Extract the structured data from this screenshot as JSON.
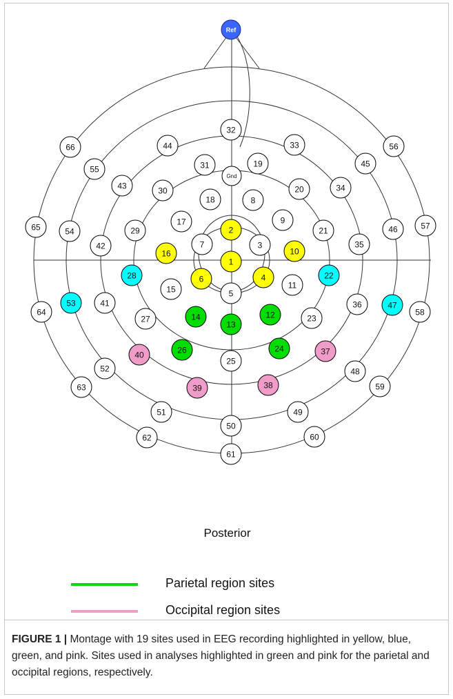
{
  "diagram": {
    "ref_label": "Ref",
    "gnd_label": "Gnd",
    "posterior_label": "Posterior",
    "colors": {
      "yellow": "#ffff00",
      "cyan": "#00ffff",
      "green": "#00dd00",
      "pink": "#f09cc8",
      "ref": "#3a66ff",
      "default": "#ffffff",
      "stroke": "#000000"
    },
    "electrodes": [
      {
        "id": "1",
        "color": "yellow"
      },
      {
        "id": "2",
        "color": "yellow"
      },
      {
        "id": "3",
        "color": "default"
      },
      {
        "id": "4",
        "color": "yellow"
      },
      {
        "id": "5",
        "color": "default"
      },
      {
        "id": "6",
        "color": "yellow"
      },
      {
        "id": "7",
        "color": "default"
      },
      {
        "id": "8",
        "color": "default"
      },
      {
        "id": "9",
        "color": "default"
      },
      {
        "id": "10",
        "color": "yellow"
      },
      {
        "id": "11",
        "color": "default"
      },
      {
        "id": "12",
        "color": "green"
      },
      {
        "id": "13",
        "color": "green"
      },
      {
        "id": "14",
        "color": "green"
      },
      {
        "id": "15",
        "color": "default"
      },
      {
        "id": "16",
        "color": "yellow"
      },
      {
        "id": "17",
        "color": "default"
      },
      {
        "id": "18",
        "color": "default"
      },
      {
        "id": "19",
        "color": "default"
      },
      {
        "id": "20",
        "color": "default"
      },
      {
        "id": "21",
        "color": "default"
      },
      {
        "id": "22",
        "color": "cyan"
      },
      {
        "id": "23",
        "color": "default"
      },
      {
        "id": "24",
        "color": "green"
      },
      {
        "id": "25",
        "color": "default"
      },
      {
        "id": "26",
        "color": "green"
      },
      {
        "id": "27",
        "color": "default"
      },
      {
        "id": "28",
        "color": "cyan"
      },
      {
        "id": "29",
        "color": "default"
      },
      {
        "id": "30",
        "color": "default"
      },
      {
        "id": "31",
        "color": "default"
      },
      {
        "id": "32",
        "color": "default"
      },
      {
        "id": "33",
        "color": "default"
      },
      {
        "id": "34",
        "color": "default"
      },
      {
        "id": "35",
        "color": "default"
      },
      {
        "id": "36",
        "color": "default"
      },
      {
        "id": "37",
        "color": "pink"
      },
      {
        "id": "38",
        "color": "pink"
      },
      {
        "id": "39",
        "color": "pink"
      },
      {
        "id": "40",
        "color": "pink"
      },
      {
        "id": "41",
        "color": "default"
      },
      {
        "id": "42",
        "color": "default"
      },
      {
        "id": "43",
        "color": "default"
      },
      {
        "id": "44",
        "color": "default"
      },
      {
        "id": "45",
        "color": "default"
      },
      {
        "id": "46",
        "color": "default"
      },
      {
        "id": "47",
        "color": "cyan"
      },
      {
        "id": "48",
        "color": "default"
      },
      {
        "id": "49",
        "color": "default"
      },
      {
        "id": "50",
        "color": "default"
      },
      {
        "id": "51",
        "color": "default"
      },
      {
        "id": "52",
        "color": "default"
      },
      {
        "id": "53",
        "color": "cyan"
      },
      {
        "id": "54",
        "color": "default"
      },
      {
        "id": "55",
        "color": "default"
      },
      {
        "id": "56",
        "color": "default"
      },
      {
        "id": "57",
        "color": "default"
      },
      {
        "id": "58",
        "color": "default"
      },
      {
        "id": "59",
        "color": "default"
      },
      {
        "id": "60",
        "color": "default"
      },
      {
        "id": "61",
        "color": "default"
      },
      {
        "id": "62",
        "color": "default"
      },
      {
        "id": "63",
        "color": "default"
      },
      {
        "id": "64",
        "color": "default"
      },
      {
        "id": "65",
        "color": "default"
      },
      {
        "id": "66",
        "color": "default"
      }
    ]
  },
  "legend": [
    {
      "label": "Parietal region sites",
      "color": "#00dd00"
    },
    {
      "label": "Occipital region sites",
      "color": "#f09cc8"
    }
  ],
  "caption": {
    "label": "FIGURE 1 |",
    "text": " Montage with 19 sites used in EEG recording highlighted in yellow, blue, green, and pink. Sites used in analyses highlighted in green and pink for the parietal and occipital regions, respectively."
  }
}
